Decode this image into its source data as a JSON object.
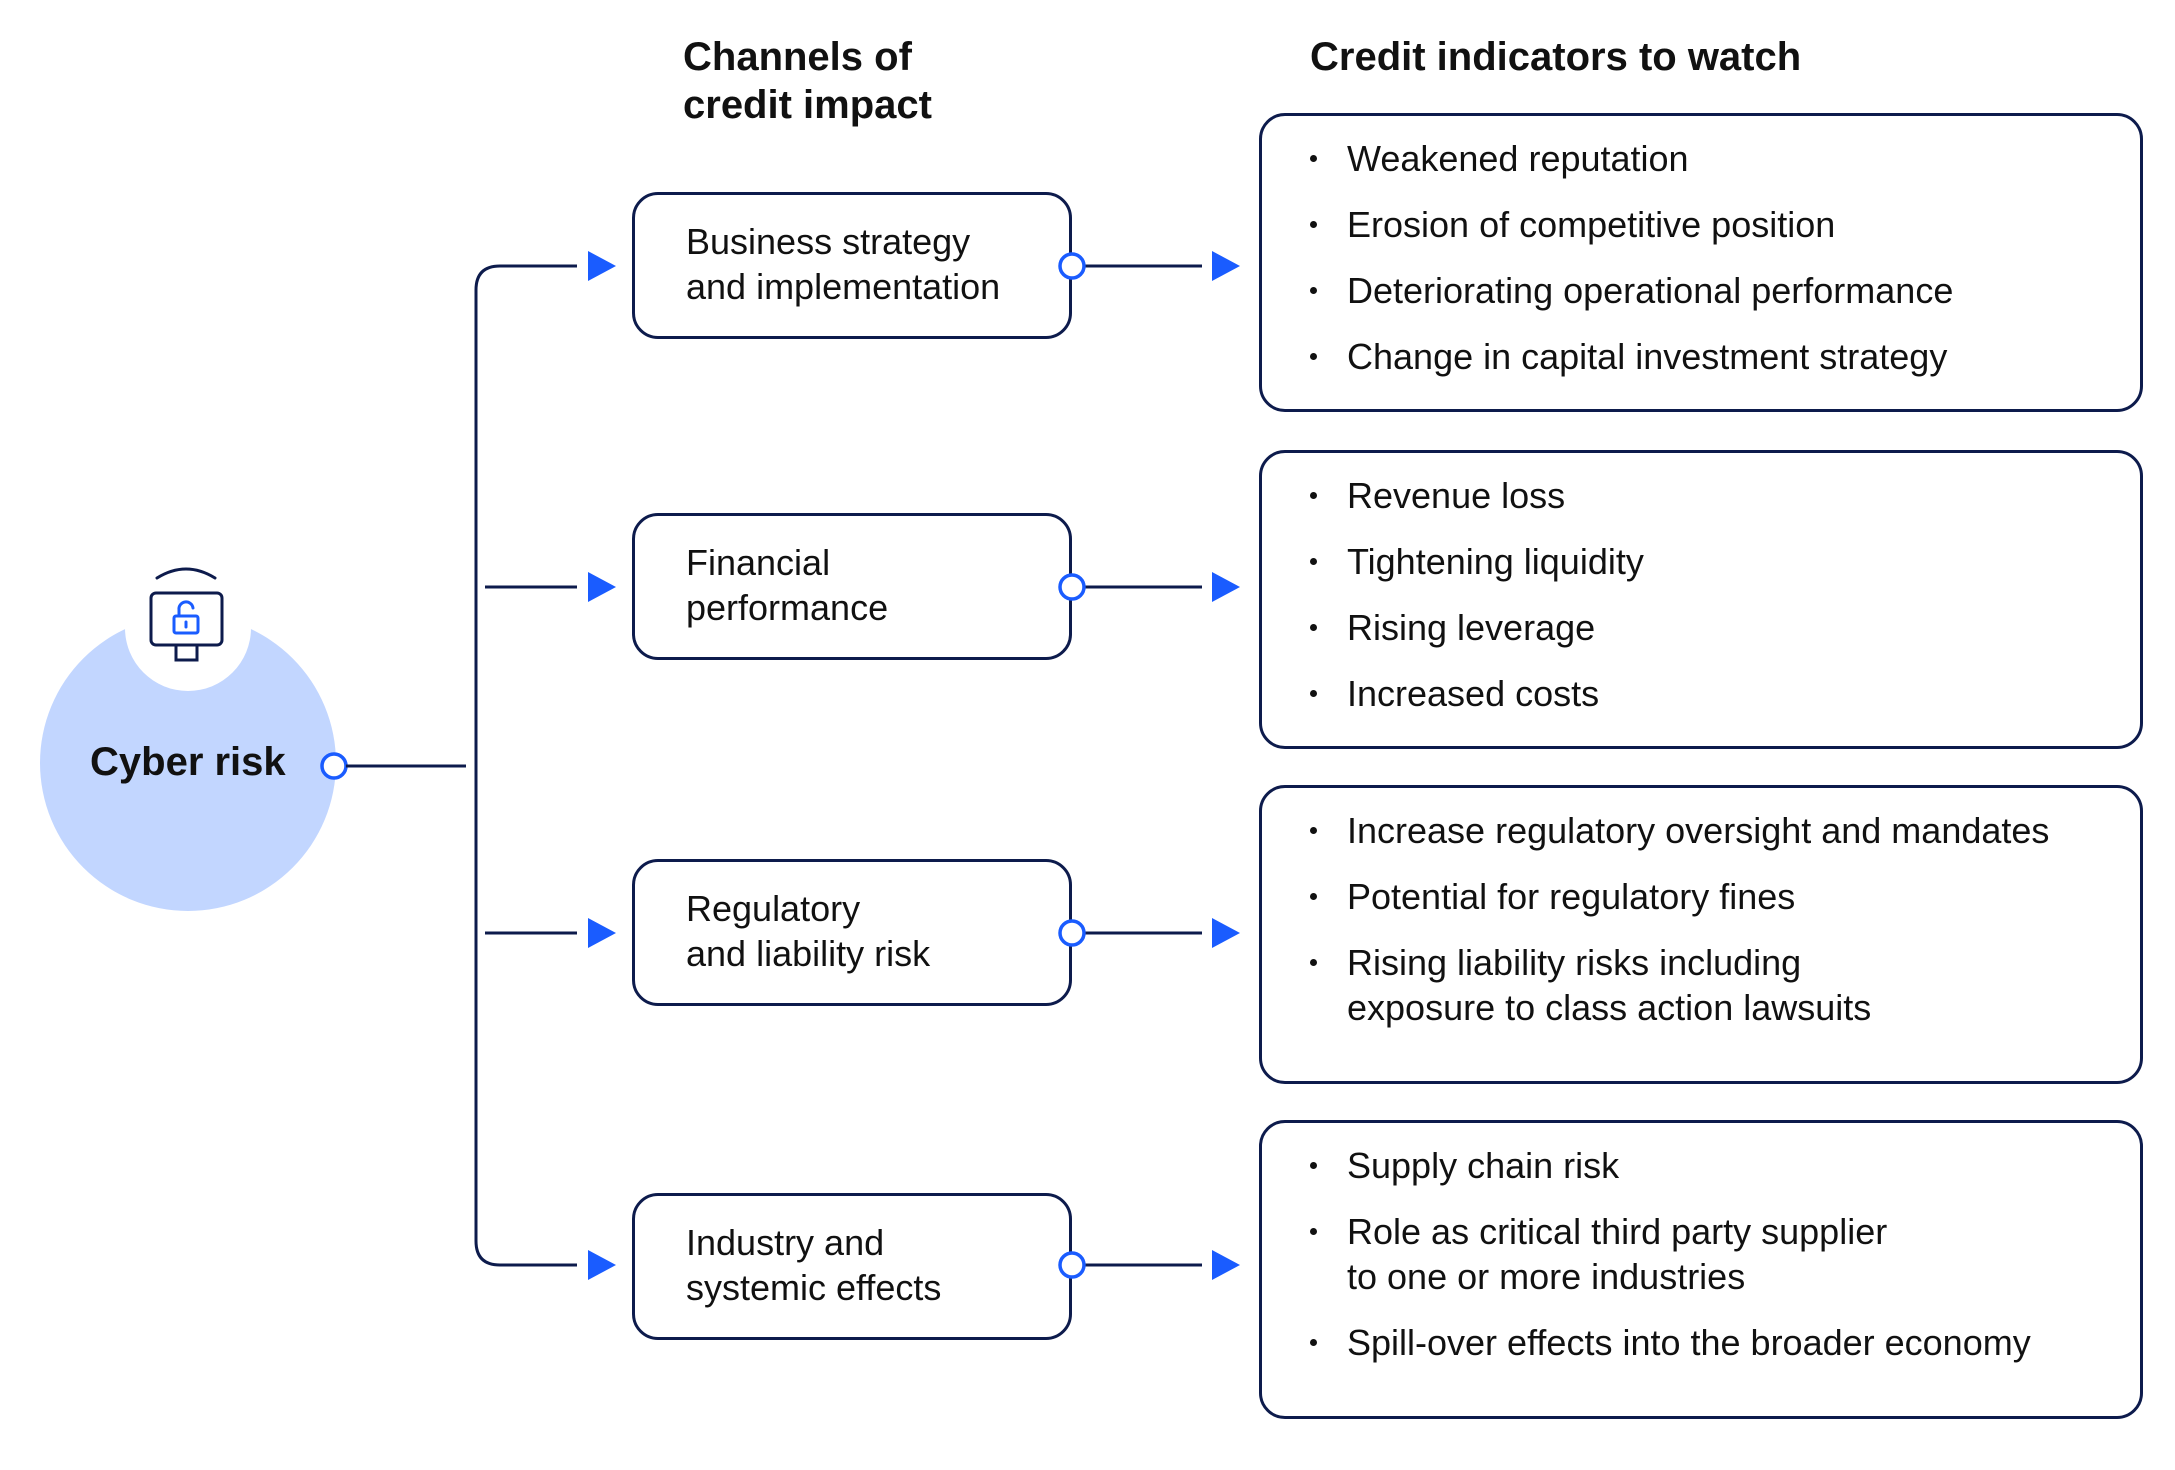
{
  "headers": {
    "channels": [
      "Channels of",
      "credit impact"
    ],
    "indicators": "Credit indicators to watch"
  },
  "source": {
    "label": "Cyber risk",
    "icon": "monitor-unlock-icon"
  },
  "colors": {
    "box_border": "#0d1b4c",
    "accent_blue": "#1a5cff",
    "circle_fill": "#c2d6ff",
    "text": "#111111"
  },
  "channels": [
    {
      "lines": [
        "Business strategy",
        "and implementation"
      ],
      "indicators": [
        [
          "Weakened reputation"
        ],
        [
          "Erosion of competitive position"
        ],
        [
          "Deteriorating operational performance"
        ],
        [
          "Change in capital investment strategy"
        ]
      ]
    },
    {
      "lines": [
        "Financial",
        "performance"
      ],
      "indicators": [
        [
          "Revenue loss"
        ],
        [
          "Tightening liquidity"
        ],
        [
          "Rising leverage"
        ],
        [
          "Increased costs"
        ]
      ]
    },
    {
      "lines": [
        "Regulatory",
        "and liability risk"
      ],
      "indicators": [
        [
          "Increase regulatory oversight and mandates"
        ],
        [
          "Potential for regulatory fines"
        ],
        [
          "Rising liability risks including",
          "exposure to class action lawsuits"
        ]
      ]
    },
    {
      "lines": [
        "Industry and",
        "systemic effects"
      ],
      "indicators": [
        [
          "Supply chain risk"
        ],
        [
          "Role as critical third party supplier",
          "to one or more industries"
        ],
        [
          "Spill-over effects into the broader economy"
        ]
      ]
    }
  ]
}
